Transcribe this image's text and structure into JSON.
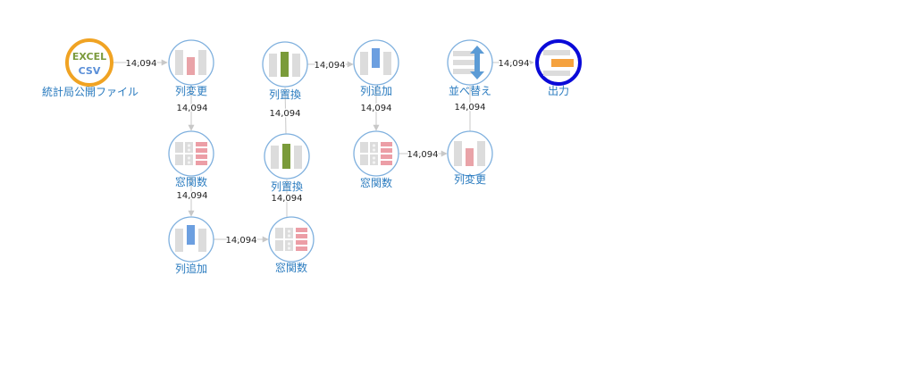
{
  "colors": {
    "source_border": "#f0a323",
    "output_border": "#0a0ad8",
    "node_border": "#7fb0de",
    "node_label": "#2a7bbf",
    "edge": "#c8c8c8"
  },
  "nodes": [
    {
      "label": "統計局公開ファイル",
      "icon": "excel-csv-source-icon",
      "badge_top": "EXCEL",
      "badge_bottom": "CSV"
    },
    {
      "label": "列変更",
      "icon": "change-columns-icon"
    },
    {
      "label": "窓関数",
      "icon": "window-function-icon"
    },
    {
      "label": "列追加",
      "icon": "add-column-icon"
    },
    {
      "label": "窓関数",
      "icon": "window-function-icon"
    },
    {
      "label": "列置換",
      "icon": "replace-column-icon"
    },
    {
      "label": "列置換",
      "icon": "replace-column-icon"
    },
    {
      "label": "列追加",
      "icon": "add-column-icon"
    },
    {
      "label": "窓関数",
      "icon": "window-function-icon"
    },
    {
      "label": "列変更",
      "icon": "change-columns-icon"
    },
    {
      "label": "並べ替え",
      "icon": "sort-icon"
    },
    {
      "label": "出力",
      "icon": "output-icon"
    }
  ],
  "edges": [
    {
      "label": "14,094"
    },
    {
      "label": "14,094"
    },
    {
      "label": "14,094"
    },
    {
      "label": "14,094"
    },
    {
      "label": "14,094"
    },
    {
      "label": "14,094"
    },
    {
      "label": "14,094"
    },
    {
      "label": "14,094"
    },
    {
      "label": "14,094"
    },
    {
      "label": "14,094"
    },
    {
      "label": "14,094"
    }
  ]
}
